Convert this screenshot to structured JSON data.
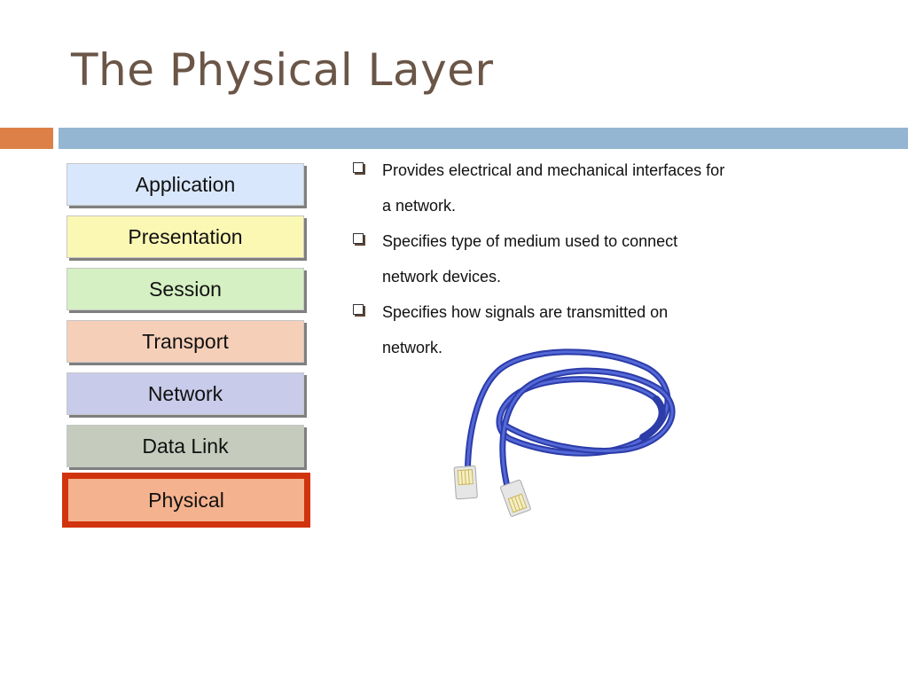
{
  "slide": {
    "title": "The Physical Layer"
  },
  "layers": [
    {
      "label": "Application",
      "color": "#d8e7fb"
    },
    {
      "label": "Presentation",
      "color": "#fbf8b4"
    },
    {
      "label": "Session",
      "color": "#d5f0c2"
    },
    {
      "label": "Transport",
      "color": "#f6cfb9"
    },
    {
      "label": "Network",
      "color": "#c9cbea"
    },
    {
      "label": "Data Link",
      "color": "#c5ccbd"
    },
    {
      "label": "Physical",
      "color": "#f4b28e",
      "selected": true
    }
  ],
  "bullets": [
    {
      "text": "Provides electrical and mechanical interfaces for a network."
    },
    {
      "text": "Specifies type of medium used to connect network devices."
    },
    {
      "text": "Specifies how signals are transmitted on network."
    }
  ],
  "colors": {
    "title": "#6a5547",
    "accent_orange": "#dd8047",
    "accent_blue": "#94b6d2",
    "selected_border": "#d1330f",
    "cable": "#3b4fc0"
  },
  "image": {
    "icon": "ethernet-cable-icon"
  }
}
